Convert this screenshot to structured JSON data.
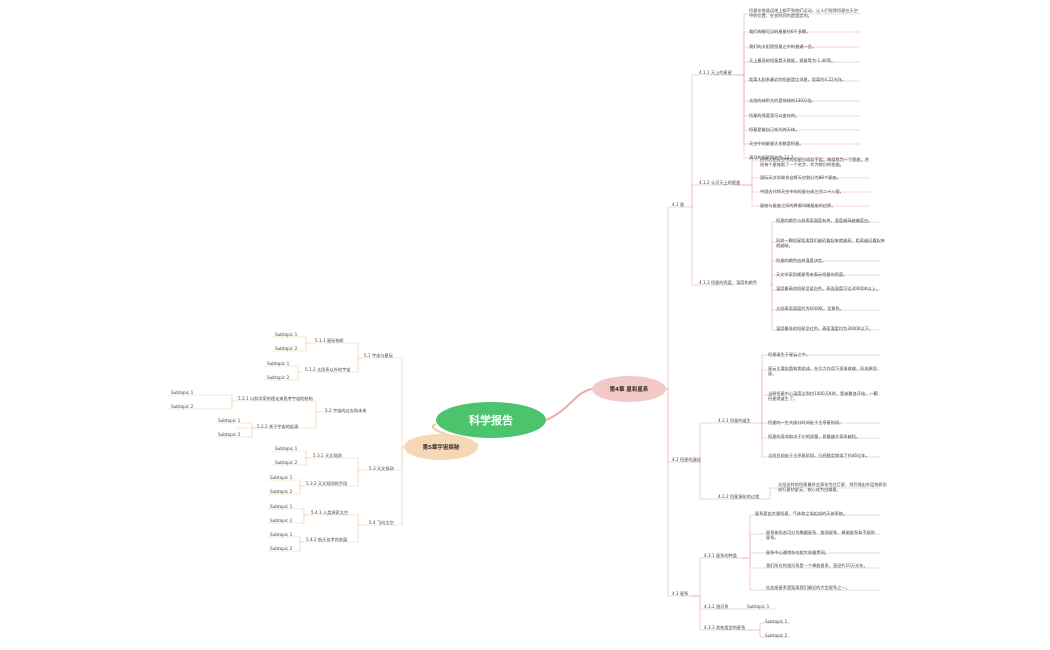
{
  "root": {
    "label": "科学报告"
  },
  "right_main": {
    "label": "第4章 星和星系"
  },
  "left_main": {
    "label": "第5章宇宙探秘"
  },
  "r_sections": {
    "s41": "4.1 星",
    "s42": "4.2 恒星的演化",
    "s43": "4.3 星系"
  },
  "r_sub": {
    "s411": "4.1.1 天上的星星",
    "s412": "4.1.2 认识天上的星星",
    "s413": "4.1.3 恒星的亮度、温度和颜色",
    "s421": "4.2.1 恒星的诞生",
    "s422": "4.2.2 恒星演化的过程",
    "s431": "4.3.1 星系的种类",
    "s432": "4.3.2 银河系",
    "s433": "4.3.3 其他类型的星系"
  },
  "leaves_411": [
    "恒星非常遥远地上都不到他们运动，让人们觉得恒星在天空中的位置，在长时间内是固定的。",
    "我们肉眼可见的星星约6千多颗。",
    "我们的太阳是恒星之中的普通一员。",
    "天上最亮的恒星是天狼星，视星等为-1.46等。",
    "距离太阳系最近的恒星是比邻星，距离约4.22光年。",
    "太阳的体积大约是地球的130万倍。",
    "恒星的亮度是可以变化的。",
    "恒星是能自己发光的天体。",
    "天空中的星星大多数是恒星。",
    "满月的视星等约为-12.7"
  ],
  "leaves_412": [
    "古代人把天空中的恒星分成若干组，每组称为一个星座，并给每个星座取了一个名字，作为辨识的依据。",
    "国际天文学联合会将天空划分为88个星座。",
    "中国古代将天空中的恒星分成三垣二十八宿。",
    "星座与星座之间的界限叫做星座的边界。"
  ],
  "leaves_413": [
    "恒星的颜色与其表面温度有关，温度越高越偏蓝白。",
    "同样一颗恒星距离我们越近看起来就越亮，距离越远看起来就越暗。",
    "恒星的颜色由其温度决定。",
    "天文学家用视星等来表示恒星的亮度。",
    "温度最高的恒星呈蓝白色，表面温度可达30000K以上。",
    "太阳表面温度约为6000K，呈黄色。",
    "温度最低的恒星呈红色，表面温度约为3000K以下。"
  ],
  "leaves_421": [
    "恒星诞生于星云之中。",
    "星云主要由氢和氦组成，在引力作用下逐渐收缩，形成原恒星。",
    "当原恒星中心温度达到约1000万K时，氢核聚变开始，一颗恒星就诞生了。",
    "恒星的一生大部分时间处于主序星阶段。",
    "恒星的寿命取决于它的质量，质量越大寿命越短。",
    "太阳目前处于主序星阶段，已经稳定燃烧了约46亿年。"
  ],
  "leaves_422": [
    "太阳这样的恒星最终会演化为红巨星，然后抛出外层物质形成行星状星云，核心成为白矮星。"
  ],
  "leaves_431": [
    "星系是由大量恒星、气体和尘埃组成的天体系统。",
    "星系按形态可分为椭圆星系、旋涡星系、棒旋星系和不规则星系。",
    "星系中心通常存在超大质量黑洞。",
    "我们所在的银河系是一个棒旋星系，直径约10万光年。",
    "仙女座星系是距离我们最近的大型星系之一。"
  ],
  "leaves_432": [
    "Subtopic 1"
  ],
  "leaves_433": [
    "Subtopic 1",
    "Subtopic 2"
  ],
  "l_sections": {
    "s51": "5.1 宇宙与星际",
    "s53": "5.3 天文探测",
    "s54": "5.4 飞向太空"
  },
  "l_sub": {
    "s511": "5.1.1 星际物质",
    "s512": "5.1.2 太阳系以外的宇宙",
    "s52": "5.2 宇宙的过去和未来",
    "s521": "5.2.1 以科学家的理论来思考宇宙的结构",
    "s522": "5.2.2 关于宇宙的起源",
    "s531": "5.3.1 天文观测",
    "s532": "5.3.2 天文观测的手段",
    "s541": "5.4.1 人类探索太空",
    "s542": "5.4.2 航天技术的发展"
  },
  "subtopic": {
    "t1": "Subtopic 1",
    "t2": "Subtopic 2"
  },
  "colors": {
    "root": "#4cc46e",
    "right_main": "#f2c9c6",
    "left_main": "#f6d8b6",
    "line_right": "#e6b0aa",
    "line_left": "#efc9a3"
  }
}
